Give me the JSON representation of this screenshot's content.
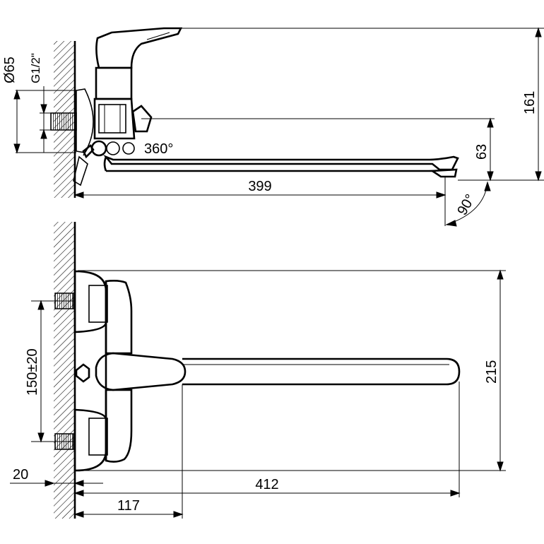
{
  "dimensions": {
    "side_view": {
      "pipe_diameter": "Ø65",
      "thread": "G1/2\"",
      "rotation": "360°",
      "height_total": "161",
      "height_spout": "63",
      "length_spout": "399",
      "spout_angle": "90°"
    },
    "top_view": {
      "center_distance": "150±20",
      "depth": "215",
      "wall_offset": "20",
      "length_total": "412",
      "length_body": "117"
    }
  }
}
